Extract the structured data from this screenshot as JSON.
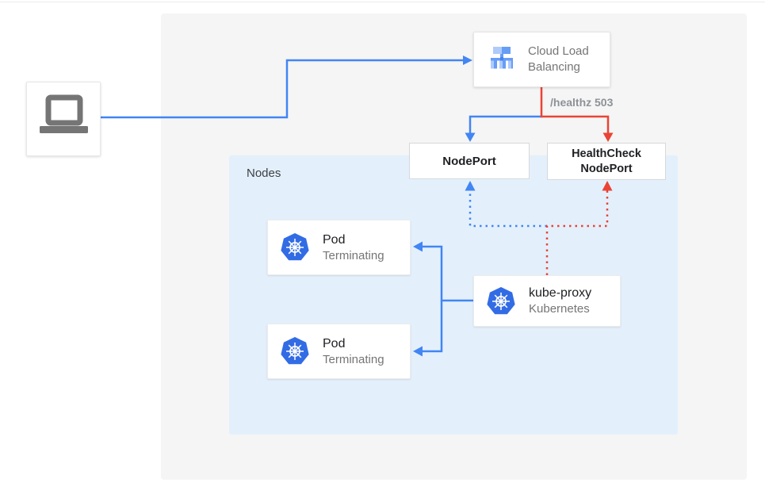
{
  "colors": {
    "blue": "#4285f4",
    "red": "#ea4335",
    "page-bg": "#ffffff",
    "panel-bg": "#f5f5f5",
    "nodes-bg": "#e3f0fc",
    "card-bg": "#ffffff",
    "card-border": "#dadce0",
    "text-dark": "#202124",
    "text-gray": "#757575",
    "label-gray": "#8d9297",
    "k8s-blue": "#326ce5",
    "icon-gray": "#757575",
    "clb-light": "#aecbfa",
    "clb-mid": "#669df6"
  },
  "diagram": {
    "client": {
      "icon": "laptop-icon"
    },
    "cloud_load_balancing": {
      "label": "Cloud Load Balancing",
      "icon": "load-balancer-icon"
    },
    "healthz_label": "/healthz 503",
    "nodeport": {
      "label": "NodePort"
    },
    "healthcheck_nodeport": {
      "label": "HealthCheck NodePort"
    },
    "nodes_group": {
      "label": "Nodes"
    },
    "pods": [
      {
        "title": "Pod",
        "subtitle": "Terminating",
        "icon": "kubernetes-icon"
      },
      {
        "title": "Pod",
        "subtitle": "Terminating",
        "icon": "kubernetes-icon"
      }
    ],
    "kube_proxy": {
      "title": "kube-proxy",
      "subtitle": "Kubernetes",
      "icon": "kubernetes-icon"
    }
  }
}
